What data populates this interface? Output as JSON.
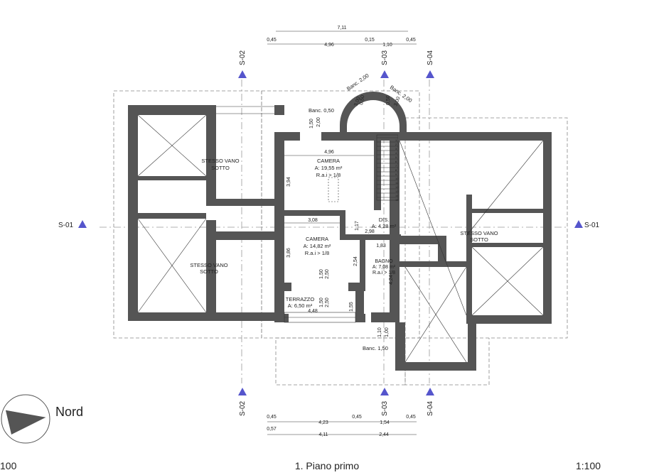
{
  "footer": {
    "left_scale": "100",
    "title": "1. Piano primo",
    "right_scale": "1:100"
  },
  "north_label": "Nord",
  "sections": {
    "s01": "S-01",
    "s02": "S-02",
    "s03": "S-03",
    "s04": "S-04"
  },
  "rooms": {
    "camera1": {
      "name": "CAMERA",
      "area": "A: 19,55 m²",
      "rai": "R.a.i > 1/8"
    },
    "camera2": {
      "name": "CAMERA",
      "area": "A: 14,82 m²",
      "rai": "R.a.i > 1/8"
    },
    "dis": {
      "name": "DIS.",
      "area": "A: 4,28 m²"
    },
    "bagno": {
      "name": "BAGNO",
      "area": "A: 7,08 m²",
      "rai": "R.a.i > 1/8"
    },
    "terrazzo": {
      "name": "TERRAZZO",
      "area": "A: 6,50 m²"
    },
    "vano_nw": {
      "line1": "STESSO VANO",
      "line2": "SOTTO"
    },
    "vano_sw": {
      "line1": "STESSO VANO",
      "line2": "SOTTO"
    },
    "vano_e": {
      "line1": "STESSO VANO",
      "line2": "SOTTO"
    }
  },
  "annotations": {
    "banc_050": "Banc. 0,50",
    "banc_150": "Banc. 1,50",
    "banc_200_a": "Banc. 2,00",
    "banc_200_b": "Banc. 2,00"
  },
  "dims_top": {
    "overall": "7,11",
    "d045a": "0,45",
    "d496": "4,96",
    "d015": "0,15",
    "d110": "1,10",
    "d045b": "0,45"
  },
  "dims_bottom": {
    "d045a": "0,45",
    "d423": "4,23",
    "d045b": "0,45",
    "d154": "1,54",
    "d045c": "0,45",
    "d057": "0,57",
    "d411": "4,11",
    "d244": "2,44"
  },
  "dims_inner": {
    "w496": "4,96",
    "h394": "3,94",
    "w308": "3,08",
    "h386": "3,86",
    "w298": "2,98",
    "h117": "1,17",
    "w183": "1,83",
    "h254": "2,54",
    "h424": "4,24",
    "w448": "4,48",
    "h150a": "1,50",
    "h200a": "2,00",
    "h150b": "1,50",
    "h250a": "2,50",
    "h150c": "1,50",
    "h250b": "2,50",
    "h155": "1,55",
    "h110": "1,10",
    "h100": "1,00",
    "stair_a": "3,00",
    "stair_b": "0,50",
    "stair_c": "0,50",
    "stair_d": "3,00"
  },
  "stair_steps": [
    "1",
    "2",
    "3",
    "4",
    "5",
    "6",
    "7",
    "8",
    "9",
    "10",
    "11",
    "12",
    "13",
    "14",
    "15"
  ]
}
